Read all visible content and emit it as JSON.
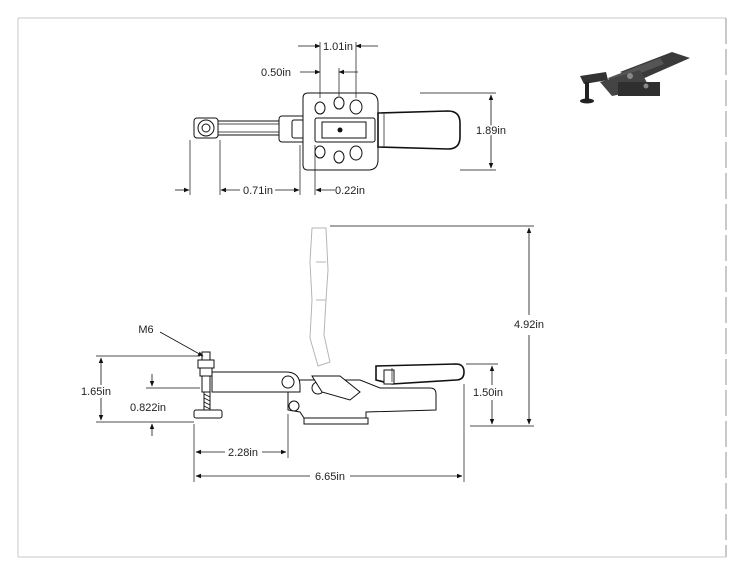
{
  "dimensions": {
    "top_width": "1.01in",
    "top_offset": "0.50in",
    "top_height": "1.89in",
    "top_left": "0.71in",
    "top_mid": "0.22in",
    "side_height_total": "4.92in",
    "side_left_height": "1.65in",
    "side_spindle_height": "0.822in",
    "side_right_height": "1.50in",
    "side_reach": "2.28in",
    "side_length": "6.65in"
  },
  "labels": {
    "thread": "M6"
  }
}
